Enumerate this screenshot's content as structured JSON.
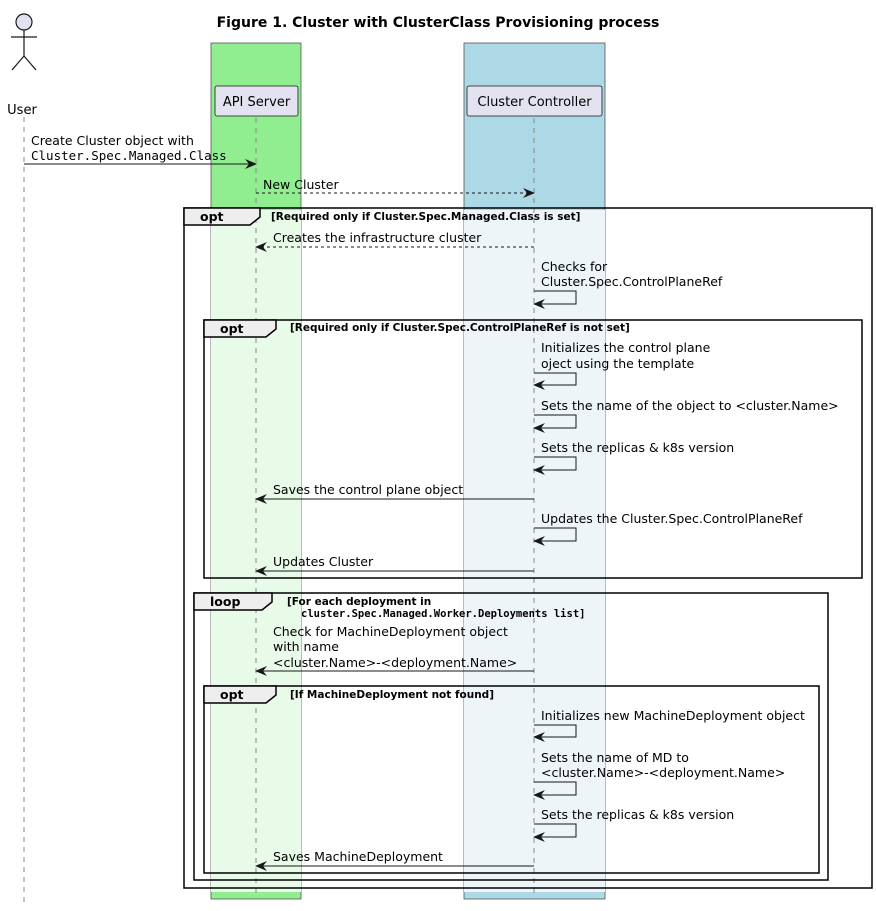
{
  "title": "Figure 1. Cluster with ClusterClass Provisioning process",
  "colors": {
    "api_box": "#90ee90",
    "api_lane": "#e8fae8",
    "ctrl_box": "#add8e6",
    "ctrl_lane": "#eef5f9",
    "participant_fill": "#e2e2f0"
  },
  "participants": {
    "user": "User",
    "api": "API Server",
    "controller": "Cluster Controller"
  },
  "messages": {
    "m1_line1": "Create Cluster object with",
    "m1_line2": "Cluster.Spec.Managed.Class",
    "m2": "New Cluster",
    "m3": "Creates the infrastructure cluster",
    "m4_line1": "Checks for",
    "m4_line2": "Cluster.Spec.ControlPlaneRef",
    "m5_line1": "Initializes the control plane",
    "m5_line2": "oject using the template",
    "m6": "Sets the name of the object to <cluster.Name>",
    "m7": "Sets the replicas & k8s version",
    "m8": "Saves the control plane object",
    "m9": "Updates the Cluster.Spec.ControlPlaneRef",
    "m10": "Updates Cluster",
    "m11_line1": "Check for MachineDeployment object",
    "m11_line2": "with name",
    "m11_line3": "<cluster.Name>-<deployment.Name>",
    "m12": "Initializes new MachineDeployment object",
    "m13_line1": "Sets the name of MD to",
    "m13_line2": "<cluster.Name>-<deployment.Name>",
    "m14": "Sets the replicas & k8s version",
    "m15": "Saves MachineDeployment"
  },
  "fragments": {
    "opt1": {
      "keyword": "opt",
      "guard": "[Required only if Cluster.Spec.Managed.Class is set]"
    },
    "opt2": {
      "keyword": "opt",
      "guard": "[Required only if Cluster.Spec.ControlPlaneRef is not set]"
    },
    "loop": {
      "keyword": "loop",
      "guard_line1": "[For each deployment in",
      "guard_line2": "cluster.Spec.Managed.Worker.Deployments list]"
    },
    "opt3": {
      "keyword": "opt",
      "guard": "[If MachineDeployment not found]"
    }
  }
}
